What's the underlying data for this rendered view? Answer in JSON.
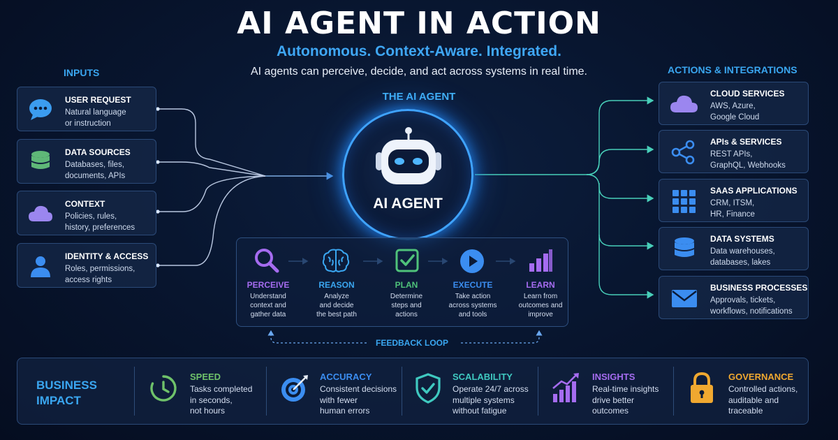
{
  "header": {
    "title": "AI AGENT IN ACTION",
    "subtitle": "Autonomous. Context-Aware. Integrated.",
    "description": "AI agents can perceive, decide, and act across systems in real time."
  },
  "inputs": {
    "heading": "INPUTS",
    "items": [
      {
        "title": "USER REQUEST",
        "desc": [
          "Natural language",
          "or instruction"
        ],
        "icon": "chat-bubble-icon",
        "color": "#3b9cf0"
      },
      {
        "title": "DATA SOURCES",
        "desc": [
          "Databases, files,",
          "documents, APIs"
        ],
        "icon": "database-icon",
        "color": "#5fb878"
      },
      {
        "title": "CONTEXT",
        "desc": [
          "Policies, rules,",
          "history, preferences"
        ],
        "icon": "cloud-icon",
        "color": "#9b86ef"
      },
      {
        "title": "IDENTITY & ACCESS",
        "desc": [
          "Roles, permissions,",
          "access rights"
        ],
        "icon": "user-icon",
        "color": "#3b8df0"
      }
    ]
  },
  "agent": {
    "heading": "THE AI AGENT",
    "label": "AI AGENT",
    "icon": "robot-icon",
    "ring_color": "#3fa3ff"
  },
  "process": {
    "steps": [
      {
        "title": "PERCEIVE",
        "desc": [
          "Understand",
          "context and",
          "gather data"
        ],
        "icon": "magnifier-icon",
        "color": "#a56cf0"
      },
      {
        "title": "REASON",
        "desc": [
          "Analyze",
          "and decide",
          "the best path"
        ],
        "icon": "brain-icon",
        "color": "#3aa6f0"
      },
      {
        "title": "PLAN",
        "desc": [
          "Determine",
          "steps and",
          "actions"
        ],
        "icon": "checkbox-icon",
        "color": "#4fc27a"
      },
      {
        "title": "EXECUTE",
        "desc": [
          "Take action",
          "across systems",
          "and tools"
        ],
        "icon": "play-icon",
        "color": "#3b8df0"
      },
      {
        "title": "LEARN",
        "desc": [
          "Learn from",
          "outcomes and",
          "improve"
        ],
        "icon": "bar-chart-icon",
        "color": "#a56cf0"
      }
    ],
    "feedback_label": "FEEDBACK LOOP"
  },
  "actions": {
    "heading": "ACTIONS & INTEGRATIONS",
    "items": [
      {
        "title": "CLOUD SERVICES",
        "desc": [
          "AWS, Azure,",
          "Google Cloud"
        ],
        "icon": "cloud-icon",
        "color": "#9b86ef"
      },
      {
        "title": "APIs & SERVICES",
        "desc": [
          "REST APIs,",
          "GraphQL, Webhooks"
        ],
        "icon": "share-nodes-icon",
        "color": "#3b8df0"
      },
      {
        "title": "SAAS APPLICATIONS",
        "desc": [
          "CRM, ITSM,",
          "HR, Finance"
        ],
        "icon": "grid-icon",
        "color": "#3b8df0"
      },
      {
        "title": "DATA SYSTEMS",
        "desc": [
          "Data warehouses,",
          "databases, lakes"
        ],
        "icon": "database-icon",
        "color": "#3b8df0"
      },
      {
        "title": "BUSINESS PROCESSES",
        "desc": [
          "Approvals, tickets,",
          "workflows, notifications"
        ],
        "icon": "envelope-icon",
        "color": "#3b8df0"
      }
    ]
  },
  "impact": {
    "heading": [
      "BUSINESS",
      "IMPACT"
    ],
    "items": [
      {
        "title": "SPEED",
        "desc": [
          "Tasks completed",
          "in seconds,",
          "not hours"
        ],
        "icon": "clock-icon",
        "color": "#6fc26a"
      },
      {
        "title": "ACCURACY",
        "desc": [
          "Consistent decisions",
          "with fewer",
          "human errors"
        ],
        "icon": "target-icon",
        "color": "#3b8df0"
      },
      {
        "title": "SCALABILITY",
        "desc": [
          "Operate 24/7 across",
          "multiple systems",
          "without fatigue"
        ],
        "icon": "shield-check-icon",
        "color": "#3fc9c0"
      },
      {
        "title": "INSIGHTS",
        "desc": [
          "Real-time insights",
          "drive better",
          "outcomes"
        ],
        "icon": "trend-chart-icon",
        "color": "#a56cf0"
      },
      {
        "title": "GOVERNANCE",
        "desc": [
          "Controlled actions,",
          "auditable and",
          "traceable"
        ],
        "icon": "lock-icon",
        "color": "#f0a830"
      }
    ]
  }
}
